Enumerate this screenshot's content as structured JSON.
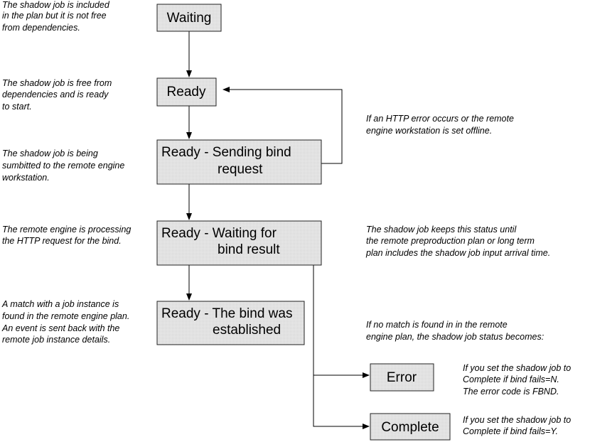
{
  "states": {
    "waiting": [
      "Waiting"
    ],
    "ready": [
      "Ready"
    ],
    "sending": [
      "Ready - Sending bind",
      "request"
    ],
    "waiting_result": [
      "Ready - Waiting for",
      "bind result"
    ],
    "established": [
      "Ready - The bind was",
      "established"
    ],
    "error": [
      "Error"
    ],
    "complete": [
      "Complete"
    ]
  },
  "notes": {
    "waiting": [
      "The shadow job is included",
      "in the plan but it is not free",
      "from dependencies."
    ],
    "ready": [
      "The shadow job is free from",
      "dependencies and is ready",
      "to start."
    ],
    "sending": [
      "The shadow job is being",
      "sumbitted to the remote engine",
      "workstation."
    ],
    "waiting_result": [
      "The remote engine is processing",
      "the HTTP request for the bind."
    ],
    "established": [
      "A match with a job instance is",
      "found in the remote engine plan.",
      "An event is sent back with the",
      "remote job instance details."
    ],
    "http_error": [
      "If an HTTP error occurs or the remote",
      "engine workstation is set offline."
    ],
    "keeps_status": [
      "The shadow job keeps this status until",
      "the remote preproduction plan or long term",
      "plan includes the shadow job input arrival time."
    ],
    "no_match": [
      "If no match is found in in the remote",
      "engine plan, the shadow job status becomes:"
    ],
    "error": [
      "If you set the shadow job to",
      "Complete if bind fails=N.",
      "The error code is FBND."
    ],
    "complete": [
      "If you set the shadow job to",
      "Complete if bind fails=Y."
    ]
  },
  "colors": {
    "box_fill": "#e4e4e4",
    "box_stroke": "#222222",
    "line": "#000000"
  }
}
